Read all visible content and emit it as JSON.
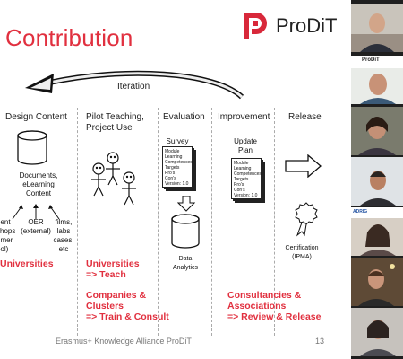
{
  "slide": {
    "title": "Contribution",
    "logo_text": "ProDiT",
    "iteration_label": "Iteration",
    "columns": [
      {
        "heading": "Design Content"
      },
      {
        "heading_line1": "Pilot Teaching,",
        "heading_line2": "Project Use"
      },
      {
        "heading": "Evaluation"
      },
      {
        "heading": "Improvement"
      },
      {
        "heading": "Release"
      }
    ],
    "design": {
      "documents_line1": "Documents,",
      "documents_line2": "eLearning",
      "documents_line3": "Content",
      "sources_left": [
        "dent",
        "shops",
        "nmer",
        "ool)"
      ],
      "sources_oer": [
        "OER",
        "(external)"
      ],
      "sources_right": [
        "films,",
        "labs",
        "cases,",
        "etc"
      ]
    },
    "survey_label": "Survey",
    "survey_items": [
      "Module",
      "Learning",
      "Competences",
      "Targets",
      "Pro's",
      "Con's",
      "Version: 1.0"
    ],
    "data_analytics_line1": "Data",
    "data_analytics_line2": "Analytics",
    "update_plan_line1": "Update",
    "update_plan_line2": "Plan",
    "plan_items": [
      "Module",
      "Learning",
      "Competences",
      "Targets",
      "Pro's",
      "Con's",
      "Version: 1.0"
    ],
    "certification_line1": "Certification",
    "certification_line2": "(IPMA)",
    "red_labels": {
      "universities": "Universities",
      "universities_teach_line1": "Universities",
      "universities_teach_line2": "=> Teach",
      "companies_line1": "Companies &",
      "companies_line2": "Clusters",
      "companies_line3": "=> Train & Consult",
      "consult_line1": "Consultancies &",
      "consult_line2": "Associations",
      "consult_line3": "=> Review & Release"
    },
    "footer": "Erasmus+ Knowledge Alliance ProDiT",
    "page_number": "13"
  },
  "participants": {
    "tile2_logo": "ProDiT",
    "tile5_logo": "ADRIG"
  },
  "colors": {
    "accent_red": "#e1303f",
    "logo_red": "#d8283a",
    "text_dark": "#222222"
  }
}
